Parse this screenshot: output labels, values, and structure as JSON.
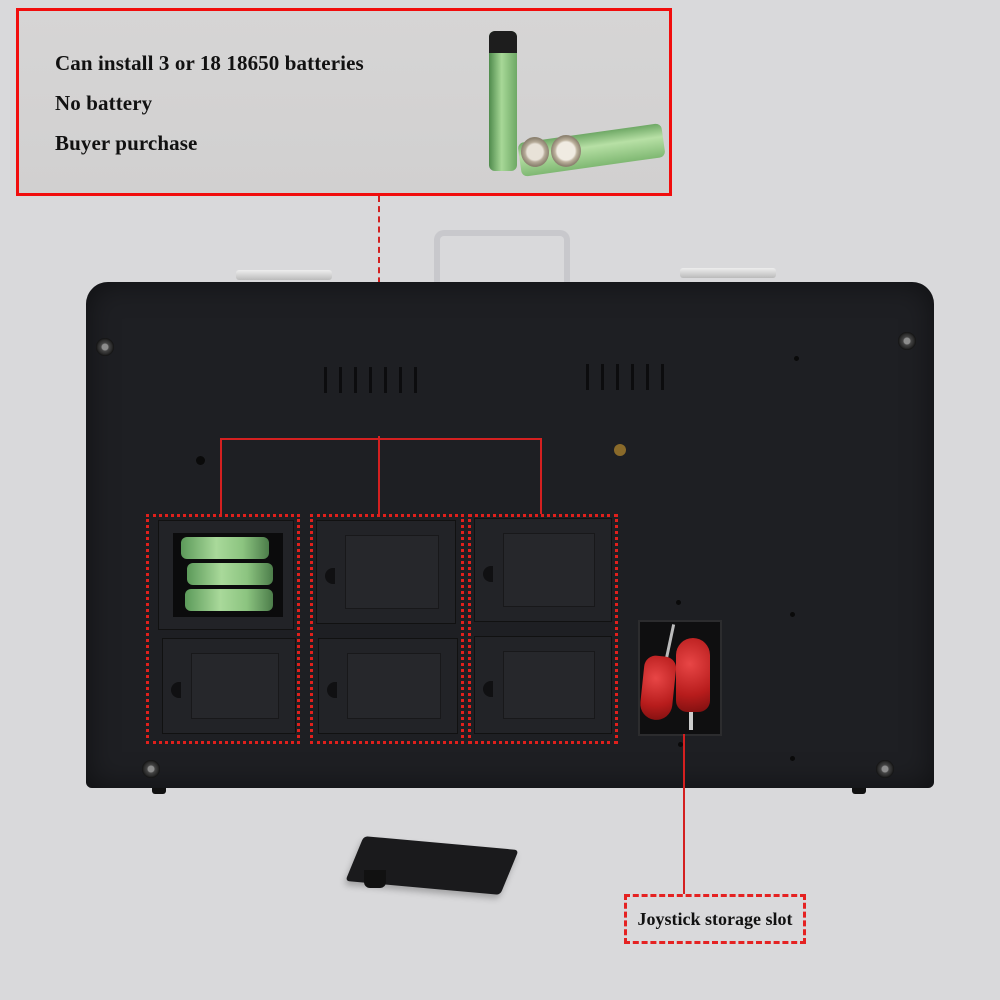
{
  "callout": {
    "lines": [
      "Can install 3 or 18 18650 batteries",
      "No battery",
      "Buyer purchase"
    ],
    "border_color": "#f10d0d"
  },
  "labels": {
    "joystick_slot": "Joystick storage slot"
  },
  "product": {
    "case_color": "#1e1f23",
    "battery_color": "#8cc480",
    "joystick_color": "#c62828",
    "battery_compartments": 6,
    "batteries_shown": 3
  },
  "icons": {
    "handle": "carry-handle-icon",
    "battery": "battery-18650-icon",
    "joystick": "joystick-icon"
  }
}
